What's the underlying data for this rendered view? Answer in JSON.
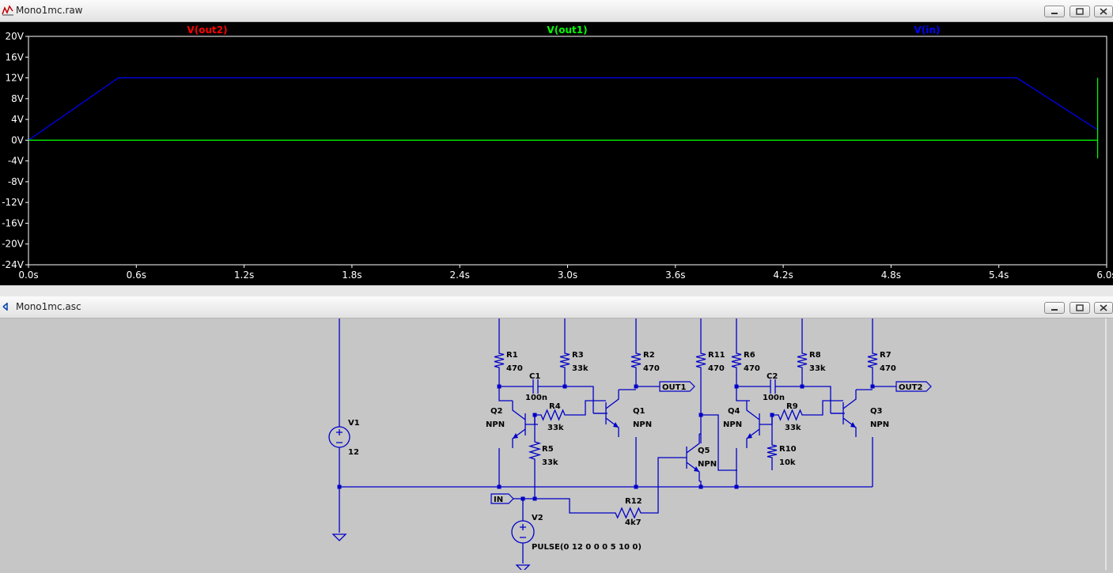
{
  "plot_window": {
    "title": "Mono1mc.raw",
    "traces": [
      {
        "label": "V(out2)",
        "color": "#ff0000"
      },
      {
        "label": "V(out1)",
        "color": "#00ff00"
      },
      {
        "label": "V(in)",
        "color": "#0000ff"
      }
    ]
  },
  "chart_data": {
    "type": "line",
    "title": "",
    "xlabel": "",
    "ylabel": "",
    "x_ticks": [
      "0.0s",
      "0.6s",
      "1.2s",
      "1.8s",
      "2.4s",
      "3.0s",
      "3.6s",
      "4.2s",
      "4.8s",
      "5.4s",
      "6.0s"
    ],
    "y_ticks": [
      "20V",
      "16V",
      "12V",
      "8V",
      "4V",
      "0V",
      "-4V",
      "-8V",
      "-12V",
      "-16V",
      "-20V",
      "-24V"
    ],
    "xlim": [
      0,
      6.0
    ],
    "ylim": [
      -24,
      20
    ],
    "grid": false,
    "series": [
      {
        "name": "V(in)",
        "color": "#0000ff",
        "x": [
          0,
          0.5,
          5.5,
          5.95
        ],
        "y": [
          0,
          12,
          12,
          2
        ]
      },
      {
        "name": "V(out1)",
        "color": "#00ff00",
        "x": [
          0,
          5.95,
          5.95,
          5.95
        ],
        "y": [
          0,
          0,
          12,
          -3.5
        ]
      }
    ]
  },
  "schematic_window": {
    "title": "Mono1mc.asc"
  },
  "schematic": {
    "components": [
      {
        "ref": "R1",
        "value": "470"
      },
      {
        "ref": "R3",
        "value": "33k"
      },
      {
        "ref": "R2",
        "value": "470"
      },
      {
        "ref": "R11",
        "value": "470"
      },
      {
        "ref": "R6",
        "value": "470"
      },
      {
        "ref": "R8",
        "value": "33k"
      },
      {
        "ref": "R7",
        "value": "470"
      },
      {
        "ref": "C1",
        "value": "100n"
      },
      {
        "ref": "C2",
        "value": "100n"
      },
      {
        "ref": "R4",
        "value": "33k"
      },
      {
        "ref": "R9",
        "value": "33k"
      },
      {
        "ref": "R5",
        "value": "33k"
      },
      {
        "ref": "R10",
        "value": "10k"
      },
      {
        "ref": "R12",
        "value": "4k7"
      },
      {
        "ref": "Q1",
        "value": "NPN"
      },
      {
        "ref": "Q2",
        "value": "NPN"
      },
      {
        "ref": "Q3",
        "value": "NPN"
      },
      {
        "ref": "Q4",
        "value": "NPN"
      },
      {
        "ref": "Q5",
        "value": "NPN"
      },
      {
        "ref": "V1",
        "value": "12"
      },
      {
        "ref": "V2",
        "value": "PULSE(0 12 0 0 0 5 10 0)"
      }
    ],
    "net_labels": [
      "OUT1",
      "OUT2",
      "IN"
    ]
  }
}
